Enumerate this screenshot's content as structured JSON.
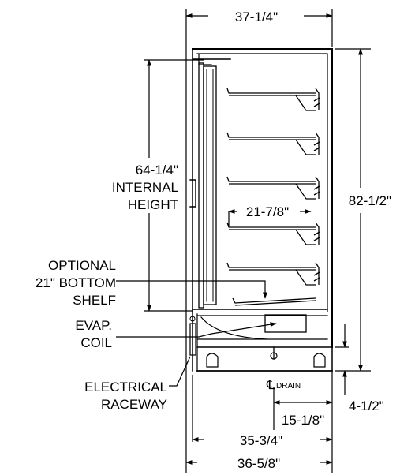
{
  "dimensions": {
    "overall_width": "37-1/4\"",
    "overall_height": "82-1/2\"",
    "internal_height_value": "64-1/4\"",
    "internal_height_label_1": "INTERNAL",
    "internal_height_label_2": "HEIGHT",
    "shelf_depth": "21-7/8\"",
    "base_height": "4-1/2\"",
    "drain_offset": "15-1/8\"",
    "depth_1": "35-3/4\"",
    "depth_2": "36-5/8\""
  },
  "labels": {
    "optional_1": "OPTIONAL",
    "optional_2": "21\" BOTTOM",
    "optional_3": "SHELF",
    "evap_1": "EVAP.",
    "evap_2": "COIL",
    "electrical_1": "ELECTRICAL",
    "electrical_2": "RACEWAY",
    "drain_symbol": "℄",
    "drain_text": "DRAIN"
  }
}
